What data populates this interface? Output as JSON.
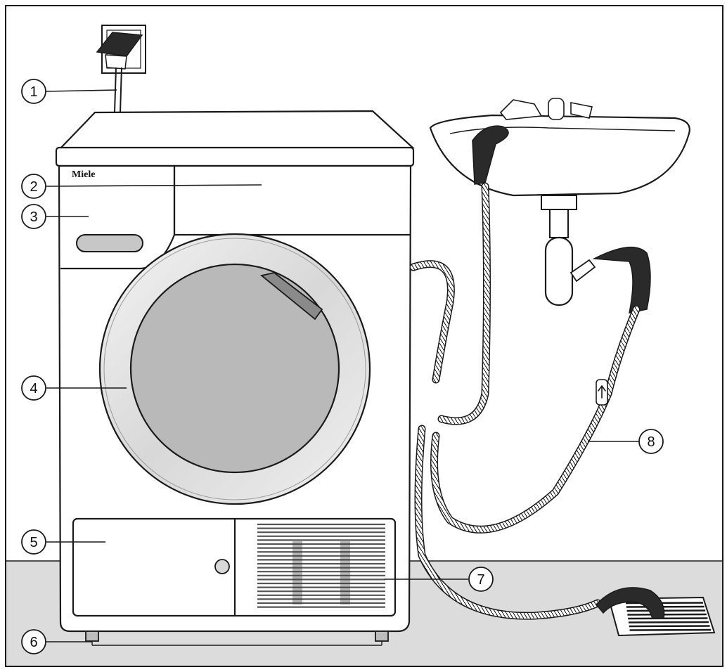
{
  "brand": "Miele",
  "callouts": [
    {
      "number": "1",
      "part": "power-plug"
    },
    {
      "number": "2",
      "part": "control-panel"
    },
    {
      "number": "3",
      "part": "condensed-water-container"
    },
    {
      "number": "4",
      "part": "door"
    },
    {
      "number": "5",
      "part": "heat-exchanger-access-panel"
    },
    {
      "number": "6",
      "part": "adjustable-feet"
    },
    {
      "number": "7",
      "part": "air-outlet-grille"
    },
    {
      "number": "8",
      "part": "drain-hose"
    }
  ],
  "colors": {
    "wall": "#ffffff",
    "floor": "#dcdcdc",
    "door_glass": "#b9b9b9",
    "outline": "#1a1a1a"
  }
}
